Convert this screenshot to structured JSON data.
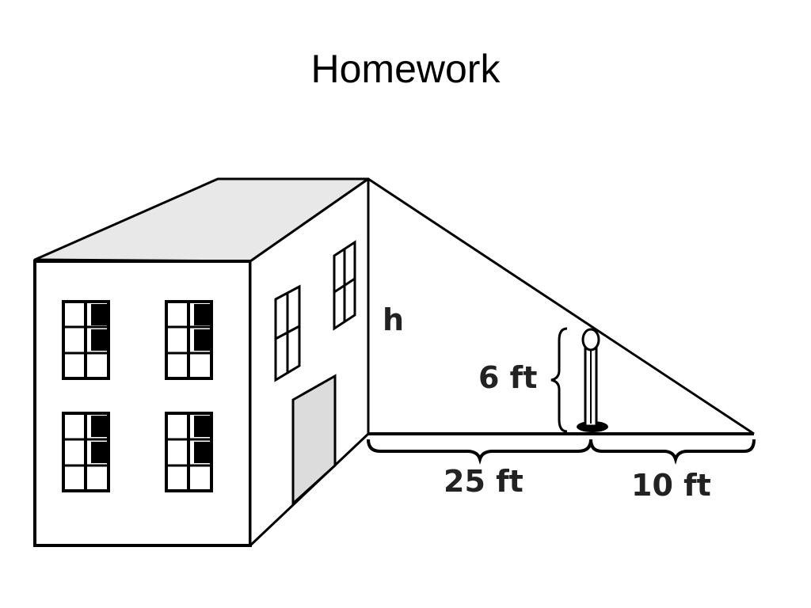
{
  "slide": {
    "title": "Homework"
  },
  "diagram": {
    "labels": {
      "building_height": "h",
      "pole_height": "6 ft",
      "building_to_pole": "25 ft",
      "pole_to_shadow_tip": "10 ft"
    },
    "colors": {
      "stroke": "#000000",
      "roof": "#e8e8e8",
      "door": "#dcdcdc",
      "background": "#ffffff"
    }
  }
}
